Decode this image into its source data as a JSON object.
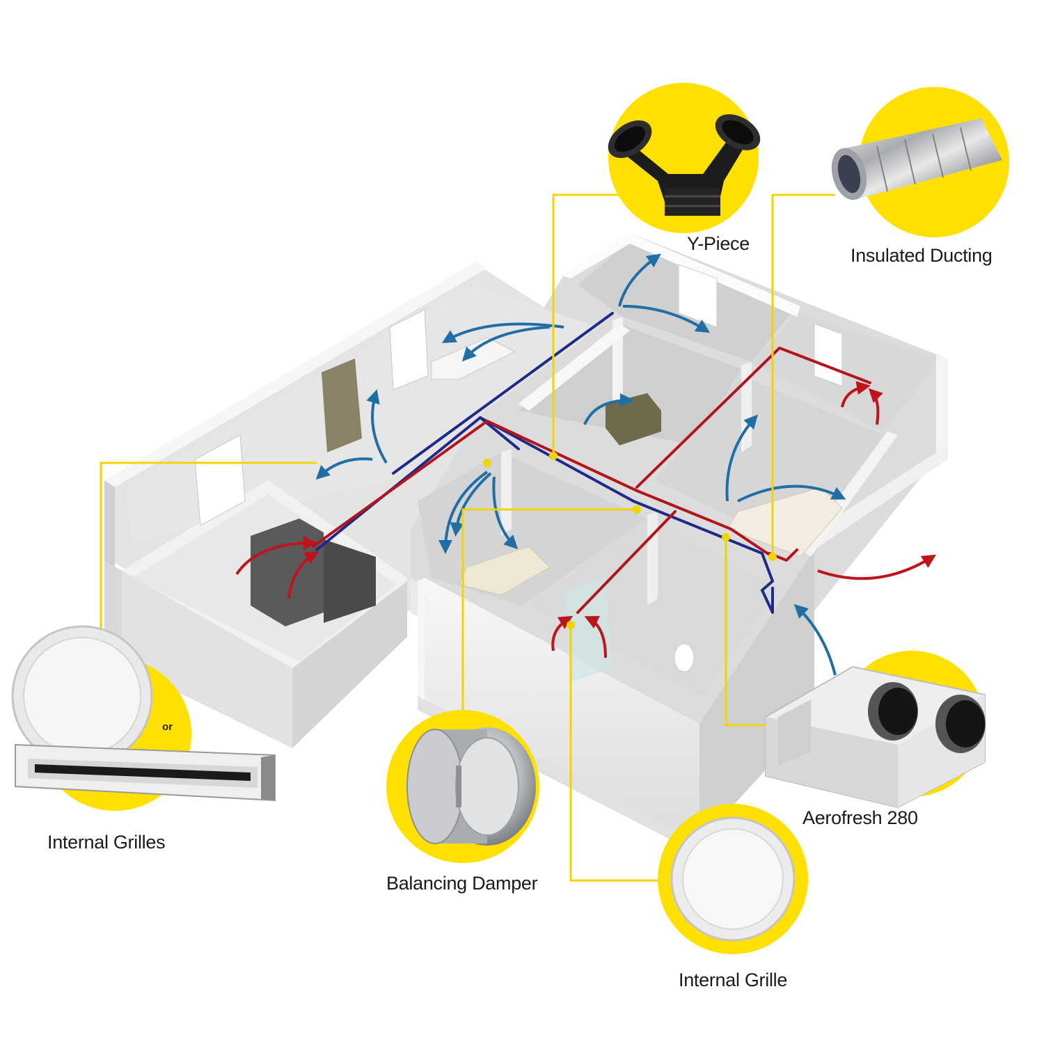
{
  "labels": {
    "y_piece": "Y-Piece",
    "insulated_ducting": "Insulated Ducting",
    "internal_grilles": "Internal Grilles",
    "or": "or",
    "balancing_damper": "Balancing Damper",
    "aerofresh": "Aerofresh 280",
    "internal_grille": "Internal Grille"
  },
  "colors": {
    "callout_yellow": "#ffe000",
    "leader_yellow": "#f1d400",
    "supply_duct": "#1e2a8a",
    "extract_duct": "#b3141c",
    "supply_arrow": "#1f6fa6",
    "extract_arrow": "#c0141c",
    "wall": "#eeeeee",
    "floor": "#d9d9d9"
  },
  "icons": [
    "y-piece-icon",
    "insulated-ducting-icon",
    "round-grille-icon",
    "linear-grille-icon",
    "balancing-damper-icon",
    "mvhr-unit-icon"
  ]
}
